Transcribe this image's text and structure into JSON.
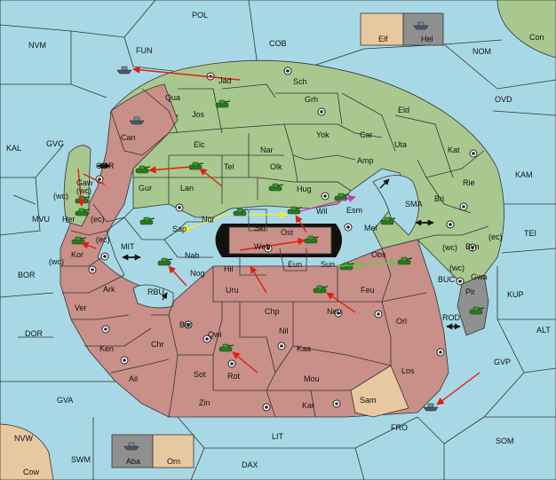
{
  "colors": {
    "sea": "#a8d8e6",
    "land_green": "#a8c890",
    "land_red": "#c89088",
    "neutral_tan": "#e8c8a0",
    "gray": "#909090",
    "order_red": "#e02010",
    "order_yellow": "#f0f020",
    "order_magenta": "#d030c0",
    "order_green": "#50d040"
  },
  "sea_labels": {
    "pol": "POL",
    "fun": "FUN",
    "nvm": "NVM",
    "cob": "COB",
    "nom": "NOM",
    "con": "Con",
    "ovd": "OVD",
    "kal": "KAL",
    "gvg": "GVG",
    "gor": "GOR",
    "kam": "KAM",
    "mvu": "MVU",
    "sma": "SMA",
    "tei": "TEI",
    "mit": "MIT",
    "bor": "BOR",
    "rbu": "RBU",
    "buc": "BUC",
    "kup": "KUP",
    "dor": "DOR",
    "rod": "ROD",
    "alt": "ALT",
    "gvp": "GVP",
    "gva": "GVA",
    "fro": "FRO",
    "som": "SOM",
    "lit": "LIT",
    "nvw": "NVW",
    "swm": "SWM",
    "dax": "DAX",
    "cow": "Cow"
  },
  "provinces": {
    "jad": "Jad",
    "sch": "Sch",
    "qua": "Qua",
    "jos": "Jos",
    "can": "Can",
    "grh": "Grh",
    "eld": "Eld",
    "elc": "Elc",
    "nar": "Nar",
    "yok": "Yok",
    "car": "Car",
    "uta": "Uta",
    "kat": "Kat",
    "tel": "Tel",
    "olk": "Olk",
    "amp": "Amp",
    "rie": "Rie",
    "gur": "Gur",
    "lan": "Lan",
    "hug": "Hug",
    "bri": "Bri",
    "gaw": "Gaw",
    "her": "Her",
    "nor": "Nor",
    "skr": "Skr",
    "wil": "Wil",
    "esm": "Esm",
    "sap": "Sap",
    "ost": "Ost",
    "mel": "Mel",
    "web": "Web",
    "byn": "Byn",
    "kor": "Kor",
    "nab": "Nab",
    "eun": "Eun",
    "sun": "Sun",
    "obs": "Obs",
    "gwa": "Gwa",
    "hil": "Hil",
    "nog": "Nog",
    "ark": "Ark",
    "uru": "Uru",
    "feu": "Feu",
    "pir": "Pir",
    "ver": "Ver",
    "chp": "Chp",
    "neu": "Neu",
    "bar": "Bar",
    "qwi": "Qwi",
    "nil": "Nil",
    "orl": "Orl",
    "ken": "Ken",
    "chr": "Chr",
    "kaa": "Kaa",
    "ail": "Ail",
    "sot": "Sot",
    "rot": "Rot",
    "mou": "Mou",
    "los": "Los",
    "sam": "Sam",
    "zin": "Zin",
    "kar": "Kar"
  },
  "coast_labels": {
    "gaw_wc": "(wc)",
    "her_wc": "(wc)",
    "her_ec": "(ec)",
    "kor_ec": "(ec)",
    "kor_wc": "(wc)",
    "byn_wc": "(wc)",
    "byn_ec": "(ec)",
    "gwa_wc": "(wc)"
  },
  "legend_top": {
    "left_label": "Elf",
    "right_label": "Hel"
  },
  "legend_bottom": {
    "left_label": "Aba",
    "right_label": "Orn"
  }
}
